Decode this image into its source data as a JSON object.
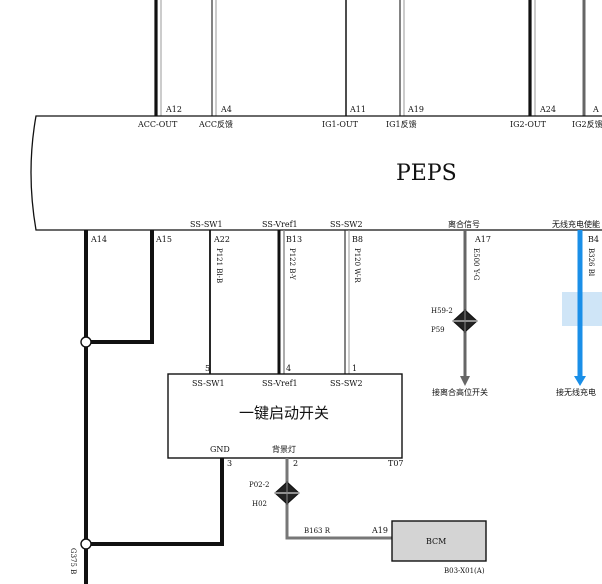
{
  "peps": {
    "title": "PEPS",
    "top_pins": [
      {
        "pin": "A12",
        "signal": "ACC-OUT"
      },
      {
        "pin": "A4",
        "signal": "ACC反馈"
      },
      {
        "pin": "A11",
        "signal": "IG1-OUT"
      },
      {
        "pin": "A19",
        "signal": "IG1反馈"
      },
      {
        "pin": "A24",
        "signal": "IG2-OUT"
      },
      {
        "pin": "A",
        "signal": "IG2反馈"
      }
    ],
    "bottom_pins": [
      {
        "pin": "A14",
        "signal": ""
      },
      {
        "pin": "A15",
        "signal": ""
      },
      {
        "pin": "A22",
        "signal": "SS-SW1"
      },
      {
        "pin": "B13",
        "signal": "SS-Vref1"
      },
      {
        "pin": "B8",
        "signal": "SS-SW2"
      },
      {
        "pin": "A17",
        "signal": "离合信号"
      },
      {
        "pin": "B4",
        "signal": "无线充电使能"
      }
    ]
  },
  "wires": {
    "a22": "P121 Bl-B",
    "b13": "P122 B-Y",
    "b8": "P120 W-R",
    "a17": "E500 Y-G",
    "b4": "B326 Bl",
    "gnd": "G375 B",
    "bcm": "B163 R"
  },
  "connectors": {
    "clutch": {
      "top": "H59-2",
      "bottom": "P59"
    },
    "backlight": {
      "top": "P02-2",
      "bottom": "H02"
    }
  },
  "destinations": {
    "clutch": "接离合高位开关",
    "wireless": "接无线充电"
  },
  "switch_module": {
    "title": "一键启动开关",
    "id": "T07",
    "pins": [
      {
        "num": "5",
        "signal": "SS-SW1"
      },
      {
        "num": "4",
        "signal": "SS-Vref1"
      },
      {
        "num": "1",
        "signal": "SS-SW2"
      }
    ],
    "bottom_pins": [
      {
        "num": "3",
        "signal": "GND"
      },
      {
        "num": "2",
        "signal": "背景灯"
      }
    ]
  },
  "bcm": {
    "label": "BCM",
    "pin": "A19",
    "connector": "B03-X01(A)"
  },
  "colors": {
    "wireless_wire": "#1a8fe8",
    "ground_wire": "#111111",
    "wire_gray": "#777777"
  }
}
